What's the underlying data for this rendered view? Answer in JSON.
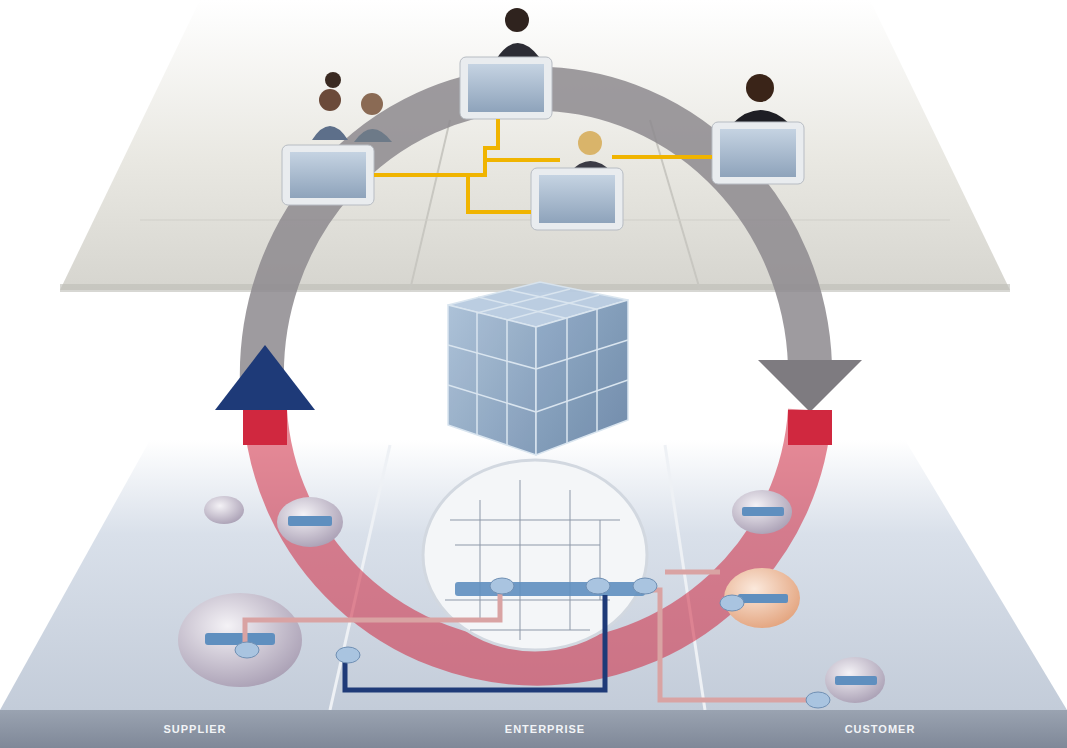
{
  "diagram": {
    "labels": [
      "SUPPLIER",
      "ENTERPRISE",
      "CUSTOMER"
    ]
  }
}
